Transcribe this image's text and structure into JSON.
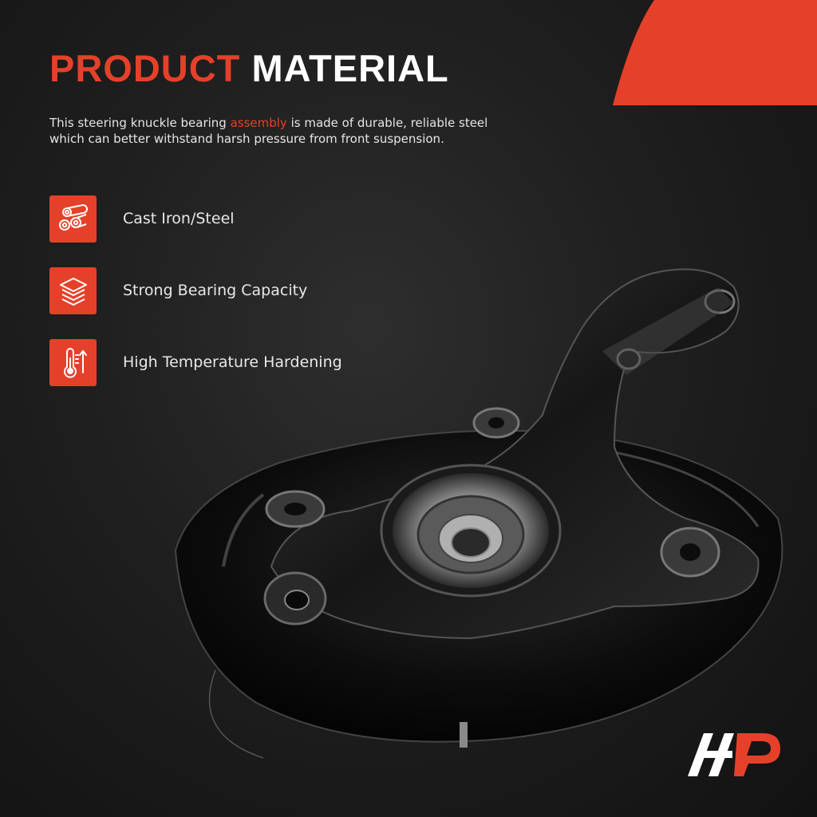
{
  "title": {
    "accent": "PRODUCT",
    "rest": "MATERIAL"
  },
  "description": {
    "before": "This steering knuckle bearing ",
    "highlight": "assembly",
    "after": " is made of durable, reliable steel which can better withstand harsh pressure from front suspension."
  },
  "features": [
    {
      "label": "Cast Iron/Steel",
      "icon": "pipes-icon"
    },
    {
      "label": "Strong Bearing Capacity",
      "icon": "layers-icon"
    },
    {
      "label": "High Temperature Hardening",
      "icon": "thermometer-icon"
    }
  ],
  "colors": {
    "accent": "#e5412a",
    "background": "#1f1f1f",
    "text": "#ffffff"
  },
  "product": {
    "name": "steering-knuckle-assembly"
  },
  "brand": {
    "logo": "a-premium-logo"
  }
}
